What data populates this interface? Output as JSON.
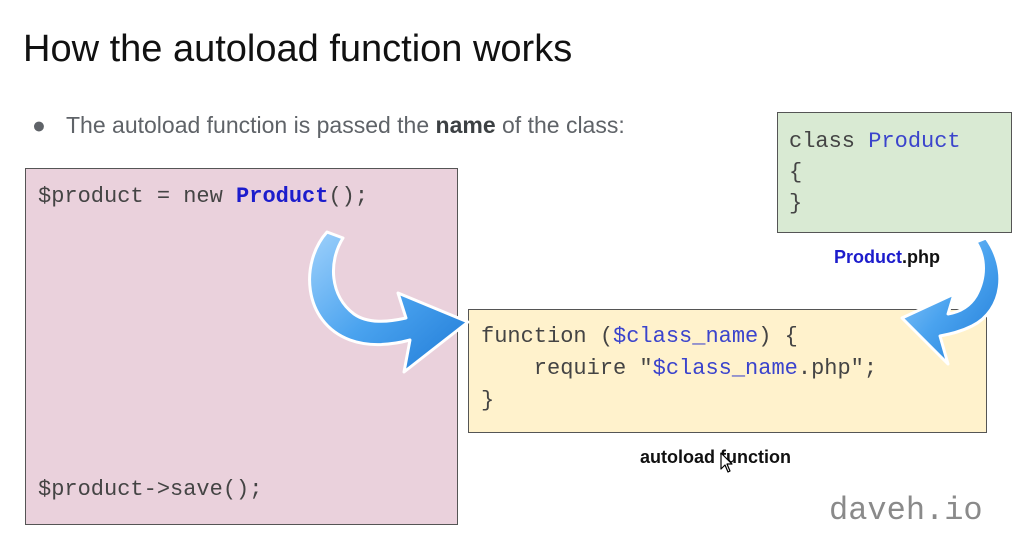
{
  "slide": {
    "title": "How the autoload function works",
    "bullet": {
      "before": "The autoload function is passed the ",
      "emphasis": "name",
      "after": " of the class:"
    }
  },
  "main_code": {
    "l1_var": "$product",
    "l1_assign": " = new ",
    "l1_class": "Product",
    "l1_end": "();",
    "l2": "$product->save();"
  },
  "class_file": {
    "keyword": "class ",
    "name": "Product",
    "open": "{",
    "close": "}",
    "label_name": "Product",
    "label_ext": ".php"
  },
  "autoload": {
    "l1_kw": "function (",
    "l1_var": "$class_name",
    "l1_end": ") {",
    "l2_indent": "    require \"",
    "l2_var": "$class_name",
    "l2_end": ".php\";",
    "l3": "}",
    "label": "autoload function"
  },
  "watermark": "daveh.io",
  "colors": {
    "main_box": "#ead1dc",
    "class_box": "#d9ead3",
    "function_box": "#fff2cc",
    "arrow": "#4aa3ef",
    "keyword_blue": "#1c1ccc"
  }
}
